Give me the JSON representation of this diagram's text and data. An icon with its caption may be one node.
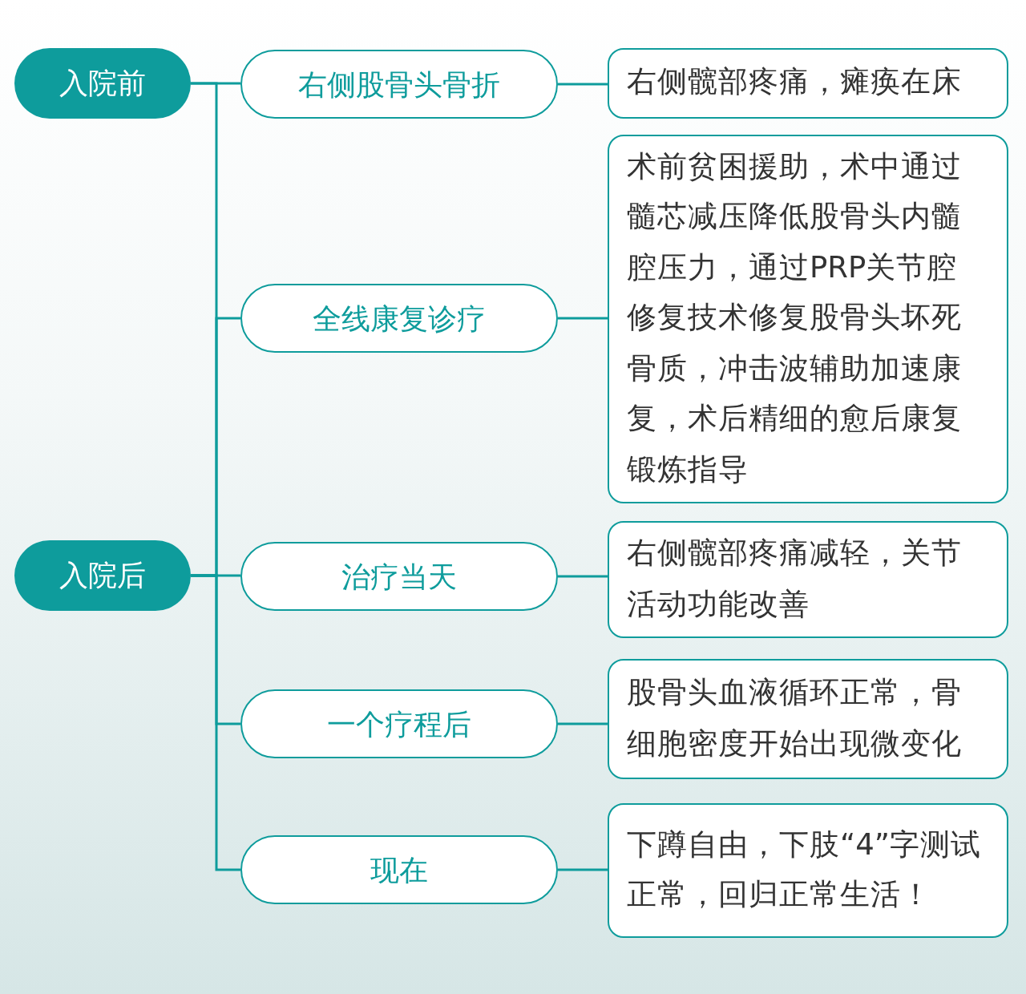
{
  "diagram": {
    "nodes": [
      {
        "text": [
          "入院前"
        ]
      },
      {
        "text": [
          "右侧股骨头骨折"
        ]
      },
      {
        "text": [
          "右侧髋部疼痛，瘫痪在床"
        ]
      },
      {
        "text": [
          "全线康复诊疗"
        ]
      },
      {
        "text": [
          "术前贫困援助，术中通过髓芯减压降低股骨头内髓腔压力，通过PRP关节腔修复技术修复股骨头坏死骨质，冲击波辅助加速康复，术后精细的愈后康复锻炼指导"
        ]
      },
      {
        "text": [
          "入院后"
        ]
      },
      {
        "text": [
          "治疗当天"
        ]
      },
      {
        "text": [
          "右侧髋部疼痛减轻，关节活动功能改善"
        ]
      },
      {
        "text": [
          "一个疗程后"
        ]
      },
      {
        "text": [
          "股骨头血液循环正常，骨细胞密度开始出现微变化"
        ]
      },
      {
        "text": [
          "现在"
        ]
      },
      {
        "text": [
          "下蹲自由，下肢“4”字测试正常，回归正常生活！"
        ]
      }
    ],
    "edges": [
      {
        "from": 0,
        "to": 1,
        "arrow": "none"
      },
      {
        "from": 0,
        "to": 5,
        "arrow": "none"
      },
      {
        "from": 5,
        "to": 3,
        "arrow": "none"
      },
      {
        "from": 5,
        "to": 6,
        "arrow": "none"
      },
      {
        "from": 5,
        "to": 8,
        "arrow": "none"
      },
      {
        "from": 5,
        "to": 10,
        "arrow": "none"
      },
      {
        "from": 1,
        "to": 2,
        "arrow": "none"
      },
      {
        "from": 3,
        "to": 4,
        "arrow": "none"
      },
      {
        "from": 6,
        "to": 7,
        "arrow": "none"
      },
      {
        "from": 8,
        "to": 9,
        "arrow": "none"
      },
      {
        "from": 10,
        "to": 11,
        "arrow": "none"
      }
    ]
  }
}
